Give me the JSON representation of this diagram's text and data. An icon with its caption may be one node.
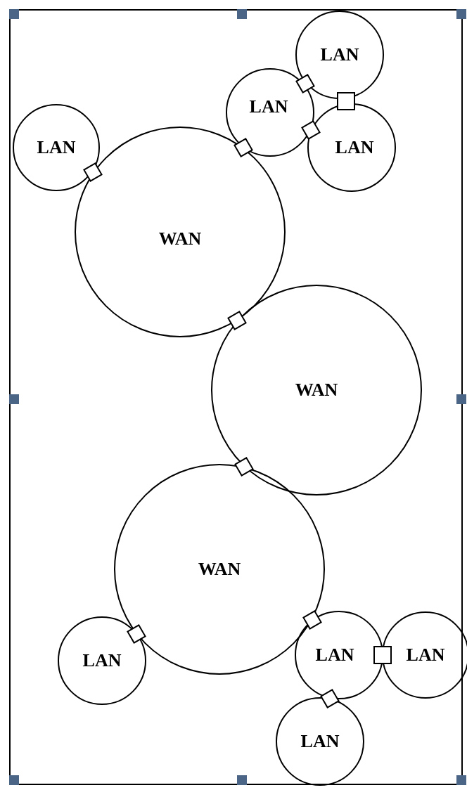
{
  "diagram": {
    "nodes": [
      {
        "text": [
          "LAN"
        ]
      },
      {
        "text": [
          "LAN"
        ]
      },
      {
        "text": [
          "LAN"
        ]
      },
      {
        "text": [
          "LAN"
        ]
      },
      {
        "text": [
          "WAN"
        ]
      },
      {
        "text": [
          "WAN"
        ]
      },
      {
        "text": [
          "WAN"
        ]
      },
      {
        "text": [
          "LAN"
        ]
      },
      {
        "text": [
          "LAN"
        ]
      },
      {
        "text": [
          "LAN"
        ]
      },
      {
        "text": [
          "LAN"
        ]
      },
      {
        "text": [],
        "shape": "diamond"
      },
      {
        "text": [],
        "shape": "box"
      },
      {
        "text": [],
        "shape": "diamond"
      },
      {
        "text": [],
        "shape": "diamond"
      },
      {
        "text": [],
        "shape": "diamond"
      },
      {
        "text": [],
        "shape": "diamond"
      },
      {
        "text": [],
        "shape": "diamond"
      },
      {
        "text": [],
        "shape": "diamond"
      },
      {
        "text": [],
        "shape": "diamond"
      },
      {
        "text": [],
        "shape": "box"
      },
      {
        "text": [],
        "shape": "diamond"
      }
    ]
  }
}
